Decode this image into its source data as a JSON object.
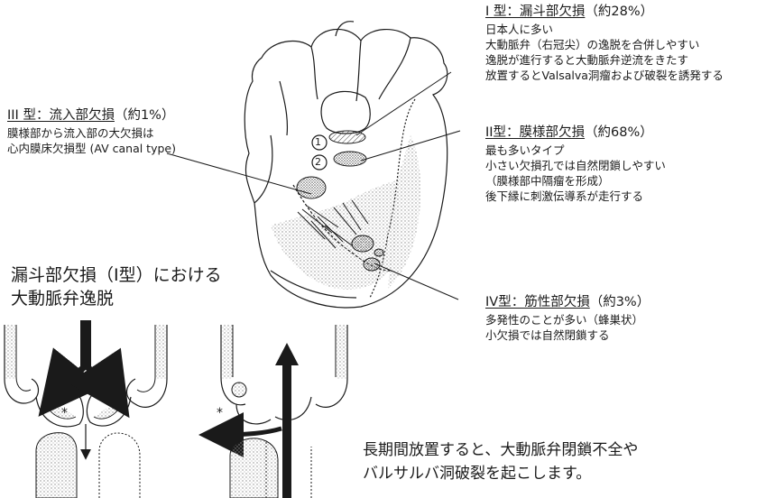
{
  "type1": {
    "title_main": "I 型：漏斗部欠損",
    "title_pct": "（約28%）",
    "lines": [
      "日本人に多い",
      "大動脈弁（右冠尖）の逸脱を合併しやすい",
      "逸脱が進行すると大動脈弁逆流をきたす",
      "放置するとValsalva洞瘤および破裂を誘発する"
    ]
  },
  "type2": {
    "title_main": "II型：膜様部欠損",
    "title_pct": "（約68%）",
    "lines": [
      "最も多いタイプ",
      "小さい欠損孔では自然閉鎖しやすい",
      "（膜様部中隔瘤を形成）",
      "後下縁に刺激伝導系が走行する"
    ]
  },
  "type3": {
    "title_main": "III 型：流入部欠損",
    "title_pct": "（約1%）",
    "lines": [
      "膜様部から流入部の大欠損は",
      "心内膜床欠損型 (AV canal type)"
    ]
  },
  "type4": {
    "title_main": "IV型：筋性部欠損",
    "title_pct": "（約3%）",
    "lines": [
      "多発性のことが多い（蜂巣状）",
      "小欠損では自然閉鎖する"
    ]
  },
  "markers": [
    "1",
    "2"
  ],
  "prolapse_heading": [
    "漏斗部欠損（I型）における",
    "大動脈弁逸脱"
  ],
  "asterisk": "*",
  "conclusion": [
    "長期間放置すると、大動脈弁閉鎖不全や",
    "バルサルバ洞破裂を起こします。"
  ],
  "colors": {
    "ink": "#1a1a1a",
    "stipple": "#9a9a9a",
    "background": "#ffffff"
  }
}
